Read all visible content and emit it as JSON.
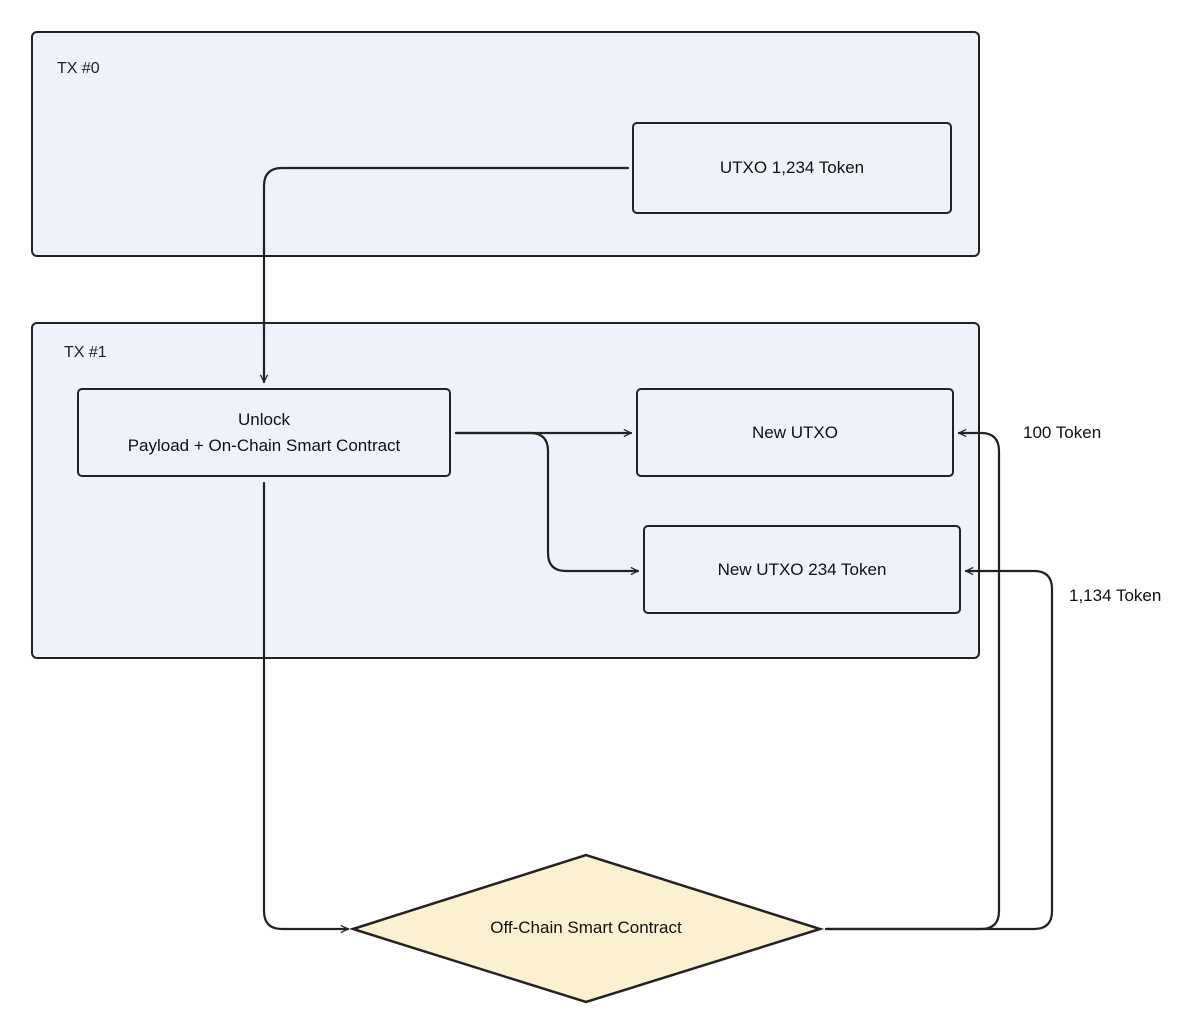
{
  "groups": {
    "tx0": {
      "title": "TX #0"
    },
    "tx1": {
      "title": "TX #1"
    }
  },
  "nodes": {
    "utxo_input": {
      "label": "UTXO 1,234 Token"
    },
    "unlock": {
      "line1": "Unlock",
      "line2": "Payload + On-Chain Smart Contract"
    },
    "new_utxo": {
      "label": "New UTXO"
    },
    "new_utxo_234": {
      "label": "New UTXO 234 Token"
    },
    "off_chain": {
      "label": "Off-Chain Smart Contract"
    }
  },
  "edge_labels": {
    "to_new_utxo": "100 Token",
    "to_new_utxo_234": "1,134 Token"
  },
  "colors": {
    "group_fill": "#eef2fb",
    "decision_fill": "#fbf0cf",
    "stroke": "#222222"
  }
}
